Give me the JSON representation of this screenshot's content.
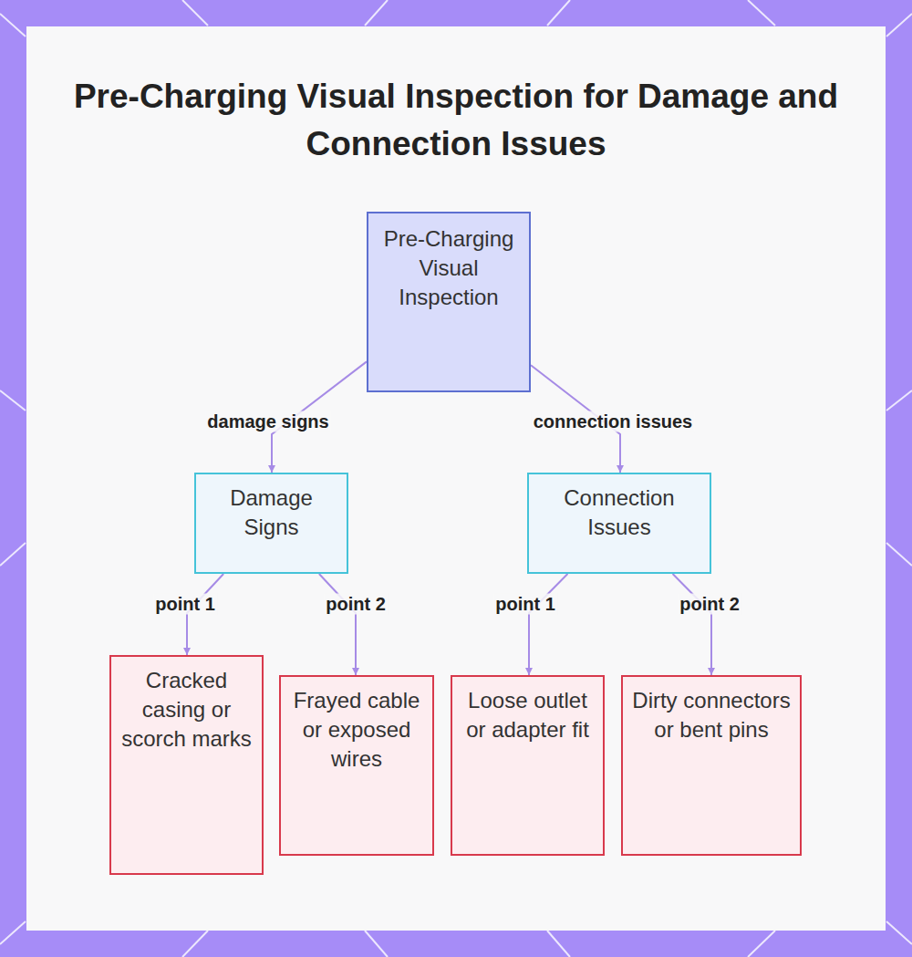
{
  "diagram": {
    "title": "Pre-Charging Visual Inspection for Damage and Connection Issues",
    "nodes": [
      {
        "text": [
          "Pre-Charging Visual Inspection"
        ]
      },
      {
        "text": [
          "Damage Signs"
        ]
      },
      {
        "text": [
          "Connection Issues"
        ]
      },
      {
        "text": [
          "Cracked casing or scorch marks"
        ]
      },
      {
        "text": [
          "Frayed cable or exposed wires"
        ]
      },
      {
        "text": [
          "Loose outlet or adapter fit"
        ]
      },
      {
        "text": [
          "Dirty connectors or bent pins"
        ]
      }
    ],
    "edges": [
      {
        "from": 0,
        "to": 1,
        "label": "damage signs",
        "arrow": "to"
      },
      {
        "from": 0,
        "to": 2,
        "label": "connection issues",
        "arrow": "to"
      },
      {
        "from": 1,
        "to": 3,
        "label": "point 1",
        "arrow": "to"
      },
      {
        "from": 1,
        "to": 4,
        "label": "point 2",
        "arrow": "to"
      },
      {
        "from": 2,
        "to": 5,
        "label": "point 1",
        "arrow": "to"
      },
      {
        "from": 2,
        "to": 6,
        "label": "point 2",
        "arrow": "to"
      }
    ]
  }
}
